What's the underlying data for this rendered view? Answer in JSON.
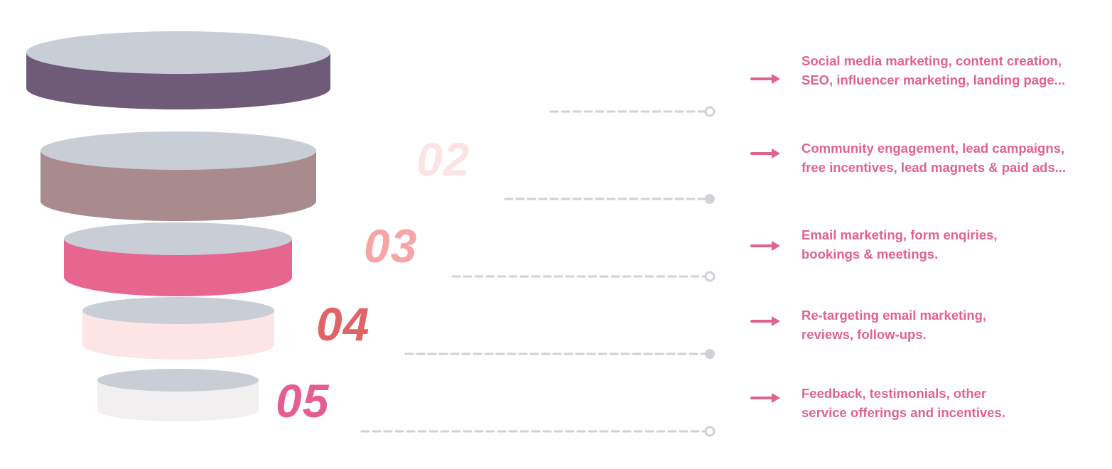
{
  "stages": [
    {
      "number": "",
      "color": "#6d5b78",
      "lines": [
        "Social media marketing, content creation,",
        "SEO, influencer marketing, landing page..."
      ],
      "connector": "hollow"
    },
    {
      "number": "02",
      "color": "#a98a8e",
      "number_color": "#fde4e4",
      "lines": [
        "Community engagement, lead  campaigns,",
        "free incentives,  lead magnets & paid ads..."
      ],
      "connector": "filled"
    },
    {
      "number": "03",
      "color": "#e66690",
      "number_color": "#f7a4a6",
      "lines": [
        "Email marketing, form enqiries,",
        "bookings & meetings."
      ],
      "connector": "hollow"
    },
    {
      "number": "04",
      "color": "#fde4e5",
      "number_color": "#e06368",
      "lines": [
        "Re-targeting email marketing,",
        "reviews, follow-ups."
      ],
      "connector": "filled"
    },
    {
      "number": "05",
      "color": "#f2eff0",
      "number_color": "#e55e92",
      "lines": [
        "Feedback, testimonials, other",
        "service offerings and incentives."
      ],
      "connector": "hollow"
    }
  ],
  "colors": {
    "disc_top": "#c9ced6",
    "connector": "#cfd2d9",
    "accent": "#e0628f"
  }
}
